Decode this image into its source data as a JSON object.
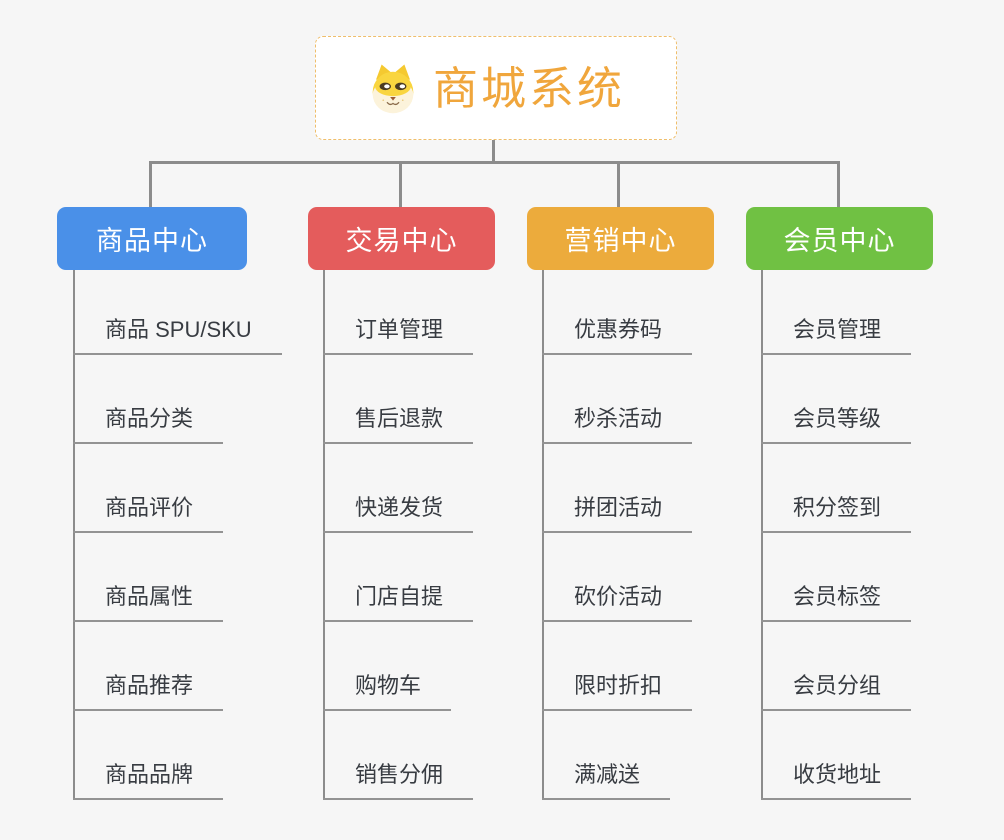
{
  "app": {
    "name": "mall-system-mindmap"
  },
  "root": {
    "title": "商城系统",
    "icon": "dog-face-icon",
    "accent_color": "#F0A63C",
    "border_color": "#EFBE6B"
  },
  "colors": {
    "background": "#F6F6F6",
    "connector": "#8C8C8C",
    "underline": "#939393",
    "item_text": "#383C42"
  },
  "branches": [
    {
      "label": "商品中心",
      "color": "#4A90E8",
      "children": [
        "商品 SPU/SKU",
        "商品分类",
        "商品评价",
        "商品属性",
        "商品推荐",
        "商品品牌"
      ]
    },
    {
      "label": "交易中心",
      "color": "#E45C5C",
      "children": [
        "订单管理",
        "售后退款",
        "快递发货",
        "门店自提",
        "购物车",
        "销售分佣"
      ]
    },
    {
      "label": "营销中心",
      "color": "#ECAB3C",
      "children": [
        "优惠券码",
        "秒杀活动",
        "拼团活动",
        "砍价活动",
        "限时折扣",
        "满减送"
      ]
    },
    {
      "label": "会员中心",
      "color": "#70C143",
      "children": [
        "会员管理",
        "会员等级",
        "积分签到",
        "会员标签",
        "会员分组",
        "收货地址"
      ]
    }
  ]
}
